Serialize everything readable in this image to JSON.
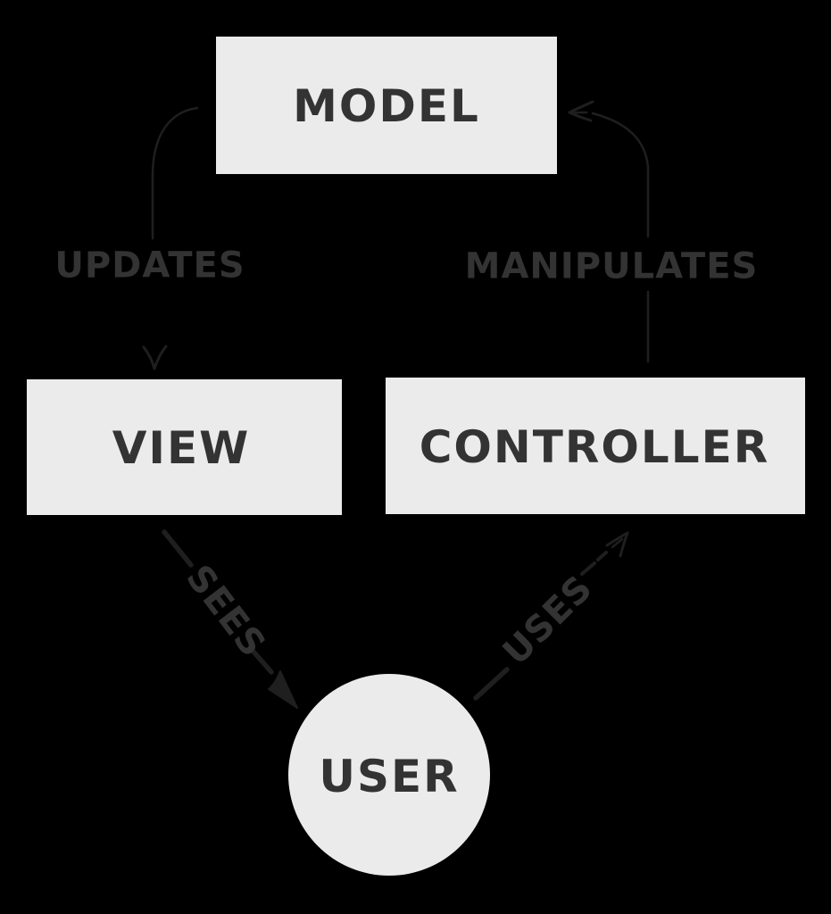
{
  "diagram": {
    "type": "flow-diagram",
    "nodes": {
      "model": {
        "label": "MODEL",
        "shape": "rect"
      },
      "view": {
        "label": "VIEW",
        "shape": "rect"
      },
      "controller": {
        "label": "CONTROLLER",
        "shape": "rect"
      },
      "user": {
        "label": "USER",
        "shape": "circle"
      }
    },
    "edges": {
      "updates": {
        "label": "UPDATES",
        "from": "MODEL",
        "to": "VIEW",
        "style": "solid-curved",
        "arrowhead": "open"
      },
      "manipulates": {
        "label": "MANIPULATES",
        "from": "CONTROLLER",
        "to": "MODEL",
        "style": "solid-curved",
        "arrowhead": "open"
      },
      "sees": {
        "label": "SEES",
        "from": "VIEW",
        "to": "USER",
        "style": "dashed-diagonal",
        "arrowhead": "filled"
      },
      "uses": {
        "label": "USES",
        "from": "USER",
        "to": "CONTROLLER",
        "style": "dashed-diagonal",
        "arrowhead": "open"
      }
    }
  },
  "colors": {
    "background": "#000000",
    "node_fill": "#ebebeb",
    "node_text": "#333333",
    "label_text": "#333333",
    "arrow": "#1f1f1f"
  }
}
